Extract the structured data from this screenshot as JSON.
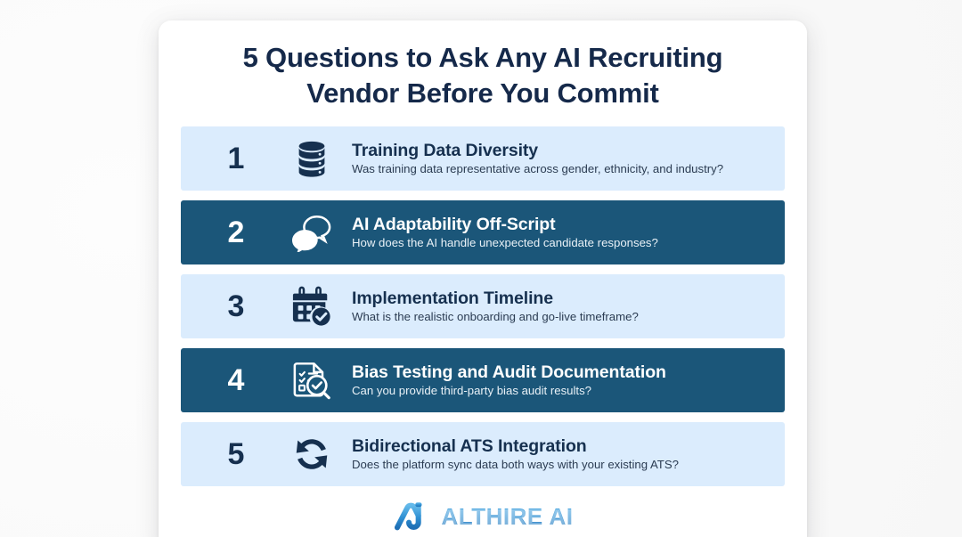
{
  "card": {
    "title": "5 Questions to Ask Any AI Recruiting Vendor Before You Commit",
    "title_line_1": "5 Questions to Ask Any AI Recruiting",
    "title_line_2": "Vendor Before You Commit"
  },
  "colors": {
    "page_background": "#fafafa",
    "card_background": "#ffffff",
    "row_light_background": "#dbecfd",
    "row_dark_background": "#1b5679",
    "navy_text": "#16304f",
    "white_text": "#ffffff",
    "logo_blue": "#2e8ed2"
  },
  "rows": [
    {
      "number": "1",
      "title": "Training Data Diversity",
      "subtitle": "Was training data representative across gender, ethnicity, and industry?",
      "icon": "database-icon",
      "theme": "light"
    },
    {
      "number": "2",
      "title": "AI Adaptability Off-Script",
      "subtitle": "How does the AI handle unexpected candidate responses?",
      "icon": "speech-bubbles-icon",
      "theme": "dark"
    },
    {
      "number": "3",
      "title": "Implementation Timeline",
      "subtitle": "What is the realistic onboarding and go-live timeframe?",
      "icon": "calendar-check-icon",
      "theme": "light"
    },
    {
      "number": "4",
      "title": "Bias Testing and Audit Documentation",
      "subtitle": "Can you provide third-party bias audit results?",
      "icon": "document-magnifier-icon",
      "theme": "dark"
    },
    {
      "number": "5",
      "title": "Bidirectional ATS Integration",
      "subtitle": "Does the platform sync data both ways with your existing ATS?",
      "icon": "sync-arrows-icon",
      "theme": "light"
    }
  ],
  "footer": {
    "brand_name": "ALTHIRE AI",
    "logo_mark": "althire-a-monogram-icon"
  }
}
